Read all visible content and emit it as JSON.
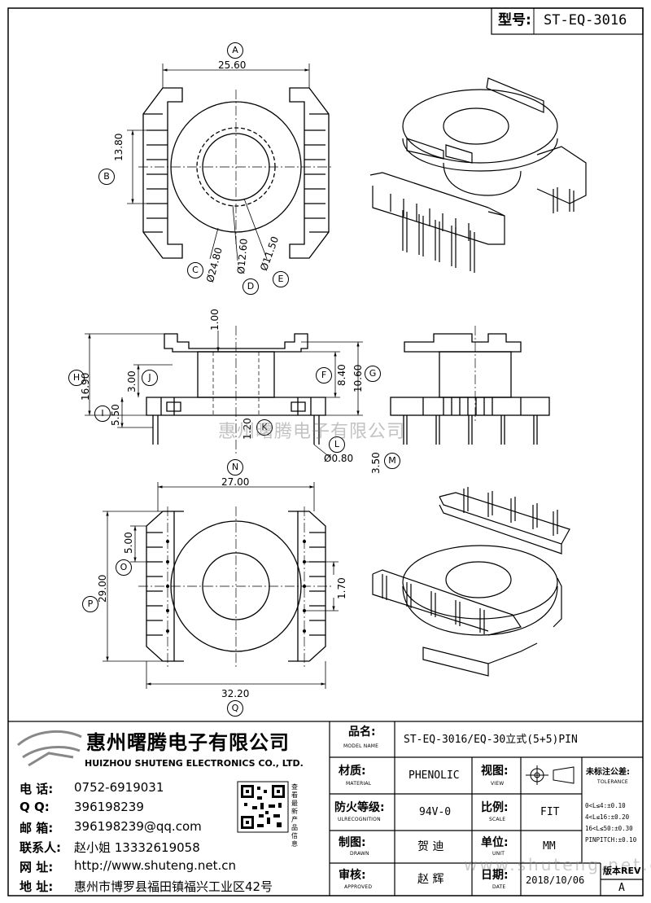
{
  "header": {
    "model_label": "型号:",
    "model_value": "ST-EQ-3016"
  },
  "watermark": {
    "center": "惠州曙腾电子有限公司",
    "bottom": "www.shuteng.net.cn"
  },
  "dimensions": {
    "a": {
      "letter": "A",
      "value": "25.60"
    },
    "b": {
      "letter": "B",
      "value": "13.80"
    },
    "c": {
      "letter": "C",
      "value": "Ø24.80"
    },
    "d": {
      "letter": "D",
      "value": "Ø12.60"
    },
    "e": {
      "letter": "E",
      "value": "Ø11.50"
    },
    "f": {
      "letter": "F",
      "value": "8.40"
    },
    "g": {
      "letter": "G",
      "value": "10.60"
    },
    "h": {
      "letter": "H",
      "value": "16.90"
    },
    "i": {
      "letter": "I",
      "value": "5.50"
    },
    "j": {
      "letter": "J",
      "value": "3.00"
    },
    "k": {
      "letter": "K",
      "value": "1.20"
    },
    "l": {
      "letter": "L",
      "value": "Ø0.80"
    },
    "m": {
      "letter": "M",
      "value": "3.50"
    },
    "n": {
      "letter": "N",
      "value": "27.00"
    },
    "o": {
      "letter": "O",
      "value": "5.00"
    },
    "p": {
      "letter": "P",
      "value": "29.00"
    },
    "q": {
      "letter": "Q",
      "value": "32.20"
    },
    "flange_top": "1.00",
    "pitch": "1.70"
  },
  "company": {
    "name_cn": "惠州曙腾电子有限公司",
    "name_en": "HUIZHOU SHUTENG ELECTRONICS CO., LTD.",
    "contacts": [
      {
        "label": "电    话:",
        "value": "0752-6919031"
      },
      {
        "label": "Q      Q:",
        "value": "396198239"
      },
      {
        "label": "邮    箱:",
        "value": "396198239@qq.com"
      },
      {
        "label": "联系人:",
        "value": "赵小姐 13332619058"
      },
      {
        "label": "网    址:",
        "value": "http://www.shuteng.net.cn"
      },
      {
        "label": "地    址:",
        "value": "惠州市博罗县福田镇福兴工业区42号"
      }
    ],
    "qr_caption": "查看最新产品信息"
  },
  "title_block": {
    "product_label": "品名:",
    "product_sub": "MODEL NAME",
    "product_value": "ST-EQ-3016/EQ-30立式(5+5)PIN",
    "material_label": "材质:",
    "material_sub": "MATERIAL",
    "material_value": "PHENOLIC",
    "view_label": "视图:",
    "view_sub": "VIEW",
    "flame_label": "防火等级:",
    "flame_sub": "ULRECOGNITION",
    "flame_value": "94V-0",
    "scale_label": "比例:",
    "scale_sub": "SCALE",
    "scale_value": "FIT",
    "drawn_label": "制图:",
    "drawn_sub": "DRAWN",
    "drawn_value": "贺  迪",
    "unit_label": "单位:",
    "unit_sub": "UNIT",
    "unit_value": "MM",
    "approved_label": "审核:",
    "approved_sub": "APPROVED",
    "approved_value": "赵  辉",
    "date_label": "日期:",
    "date_sub": "DATE",
    "date_value": "2018/10/06",
    "tolerance_label": "未标注公差:",
    "tolerance_sub": "TOLERANCE",
    "tolerances": [
      "0<L≤4:±0.10",
      "4<L≤16:±0.20",
      "16<L≤50:±0.30",
      "PINPITCH:±0.10"
    ],
    "rev_label": "版本REV",
    "rev_value": "A"
  }
}
